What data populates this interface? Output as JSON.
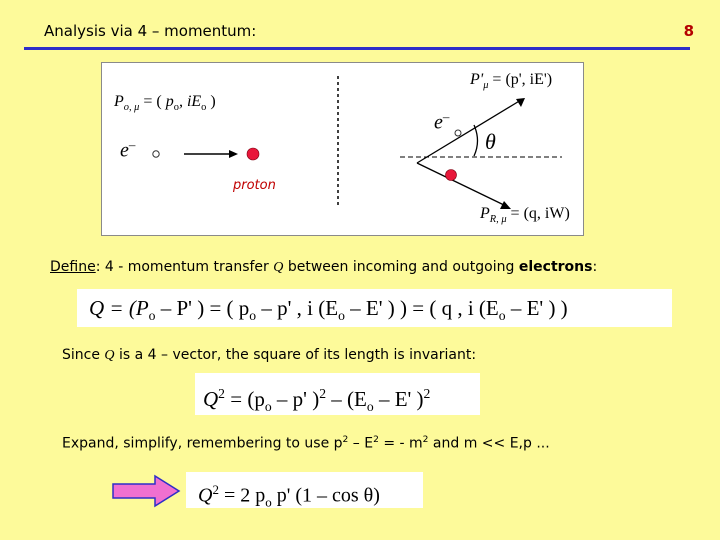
{
  "header": {
    "title": "Analysis via 4 – momentum:",
    "page_number": "8"
  },
  "diagram": {
    "label_incoming": "P",
    "label_incoming_sub": "o, μ",
    "label_incoming_rhs_lhs": "=",
    "label_incoming_p": "p",
    "label_incoming_p_sub": "o",
    "label_incoming_i": ", iE",
    "label_incoming_i_sub": "o",
    "electron_in": "e",
    "electron_in_sup": "–",
    "proton_label": "proton",
    "label_scattered": "P'",
    "label_scattered_sub": "μ",
    "label_scattered_rhs": "= (p', iE')",
    "electron_out": "e",
    "electron_out_sup": "–",
    "angle": "θ",
    "label_recoil": "P",
    "label_recoil_sub": "R, μ",
    "label_recoil_rhs": "= (q, iW)"
  },
  "define": {
    "word": "Define",
    "rest_before_q": ":  4 - momentum transfer ",
    "q": "Q",
    "rest_after_q": " between incoming and outgoing ",
    "electrons": "electrons",
    "colon": ":"
  },
  "eq1": {
    "text": "Q  =  (P",
    "parts": [
      "o",
      " – P' )  =  ( p",
      "o",
      " – p' ,  i (E",
      "o",
      " – E' ) )  =  ( q ,  i (E",
      "o",
      " – E' ) )"
    ]
  },
  "since": {
    "pre": "Since ",
    "q": "Q",
    "post": " is a 4 – vector, the square of its length is invariant:"
  },
  "eq2": {
    "lhs": "Q",
    "lhs_sup": "2",
    "mid": "  =  (p",
    "sub1": "o",
    "mid2": " – p' )",
    "sup1": "2",
    "mid3": "  –  (E",
    "sub2": "o",
    "mid4": " – E' )",
    "sup2": "2"
  },
  "expand": {
    "pre": "Expand, simplify, remembering to use p",
    "sup1": "2",
    "mid1": " – E",
    "sup2": "2",
    "mid2": " = - m",
    "sup3": "2",
    "post": " and m << E,p ..."
  },
  "eq3": {
    "lhs": "Q",
    "lhs_sup": "2",
    "mid": "  =  2 p",
    "sub": "o",
    "post": " p' (1 – cos θ)"
  },
  "colors": {
    "background": "#fdfa9a",
    "rule": "#2e2ec8",
    "page_number": "#b40000",
    "proton": "#e8173a",
    "arrow_fill": "#f070d0"
  }
}
